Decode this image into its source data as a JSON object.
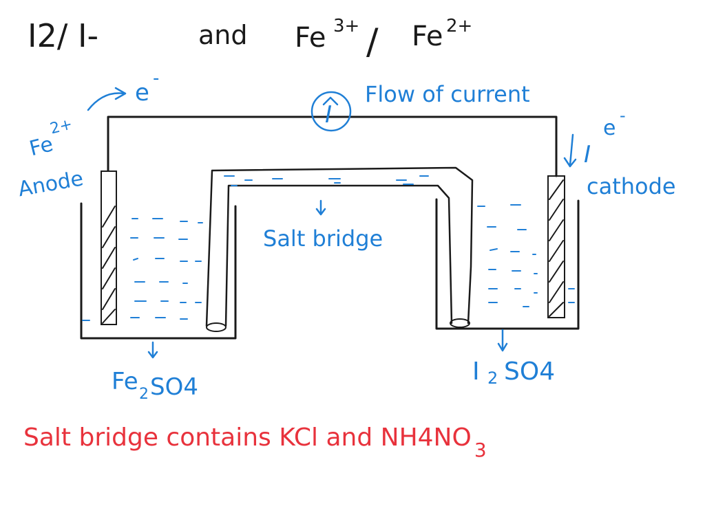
{
  "title": {
    "left": "I2/ I-",
    "and": "and",
    "right_base": "Fe",
    "right_sup1": "3+",
    "slash": "/",
    "right_base2": "Fe",
    "right_sup2": "2+"
  },
  "circuit": {
    "electron_left": "e",
    "electron_left_sup": "-",
    "flow_label": "Flow of current",
    "flow_symbol": "I",
    "electron_right": "e",
    "electron_right_sup": "-",
    "current_right": "I"
  },
  "left_cell": {
    "ion": "Fe",
    "ion_sup": "2+",
    "electrode_label": "Anode",
    "solution_base": "Fe",
    "solution_sub": "2",
    "solution_rest": "SO4"
  },
  "right_cell": {
    "electrode_label": "cathode",
    "solution_base": "I",
    "solution_sub": "2",
    "solution_rest": "SO4"
  },
  "salt_bridge_label": "Salt bridge",
  "note": {
    "text": "Salt bridge contains KCl and NH4NO",
    "sub": "3"
  },
  "colors": {
    "black_ink": "#1a1a1a",
    "blue_ink": "#1f7fd6",
    "red_ink": "#e8323c"
  }
}
